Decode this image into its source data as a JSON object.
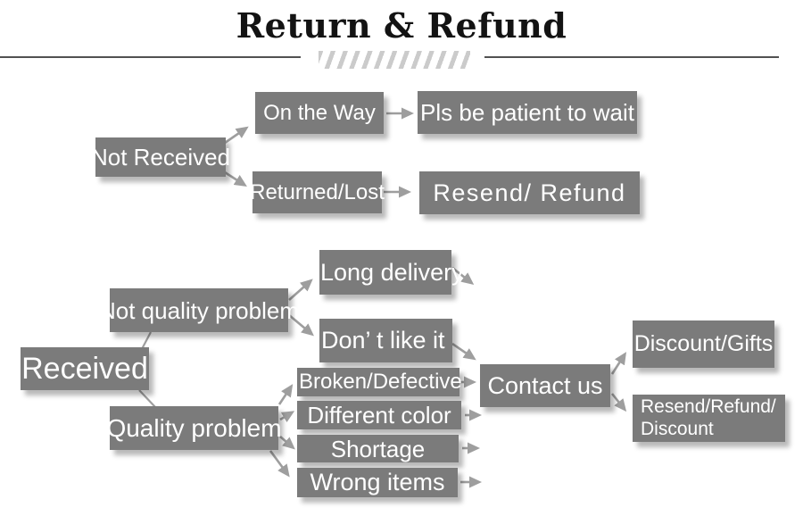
{
  "title": "Return & Refund",
  "colors": {
    "box": "#7b7b7b",
    "box_text": "#ffffff",
    "arrow": "#9e9e9e",
    "line": "#525252",
    "slash": "#cbcbcb",
    "title_text": "#131313"
  },
  "nodes": {
    "not_received": {
      "label": "Not Received"
    },
    "on_the_way": {
      "label": "On the Way"
    },
    "pls_wait": {
      "label": "Pls be patient to wait"
    },
    "returned_lost": {
      "label": "Returned/Lost"
    },
    "resend_refund": {
      "label": "Resend/ Refund"
    },
    "received": {
      "label": "Received"
    },
    "not_quality": {
      "label": "Not quality problem"
    },
    "quality": {
      "label": "Quality problem"
    },
    "long_delivery": {
      "label": "Long delivery"
    },
    "dont_like": {
      "label": "Don’ t like it"
    },
    "broken": {
      "label": "Broken/Defective"
    },
    "diff_color": {
      "label": "Different color"
    },
    "shortage": {
      "label": "Shortage"
    },
    "wrong_items": {
      "label": "Wrong items"
    },
    "contact_us": {
      "label": "Contact us"
    },
    "discount_gifts": {
      "label": "Discount/Gifts"
    },
    "resend_refund_discount": {
      "label_line1": "Resend/Refund/",
      "label_line2": "Discount"
    }
  }
}
